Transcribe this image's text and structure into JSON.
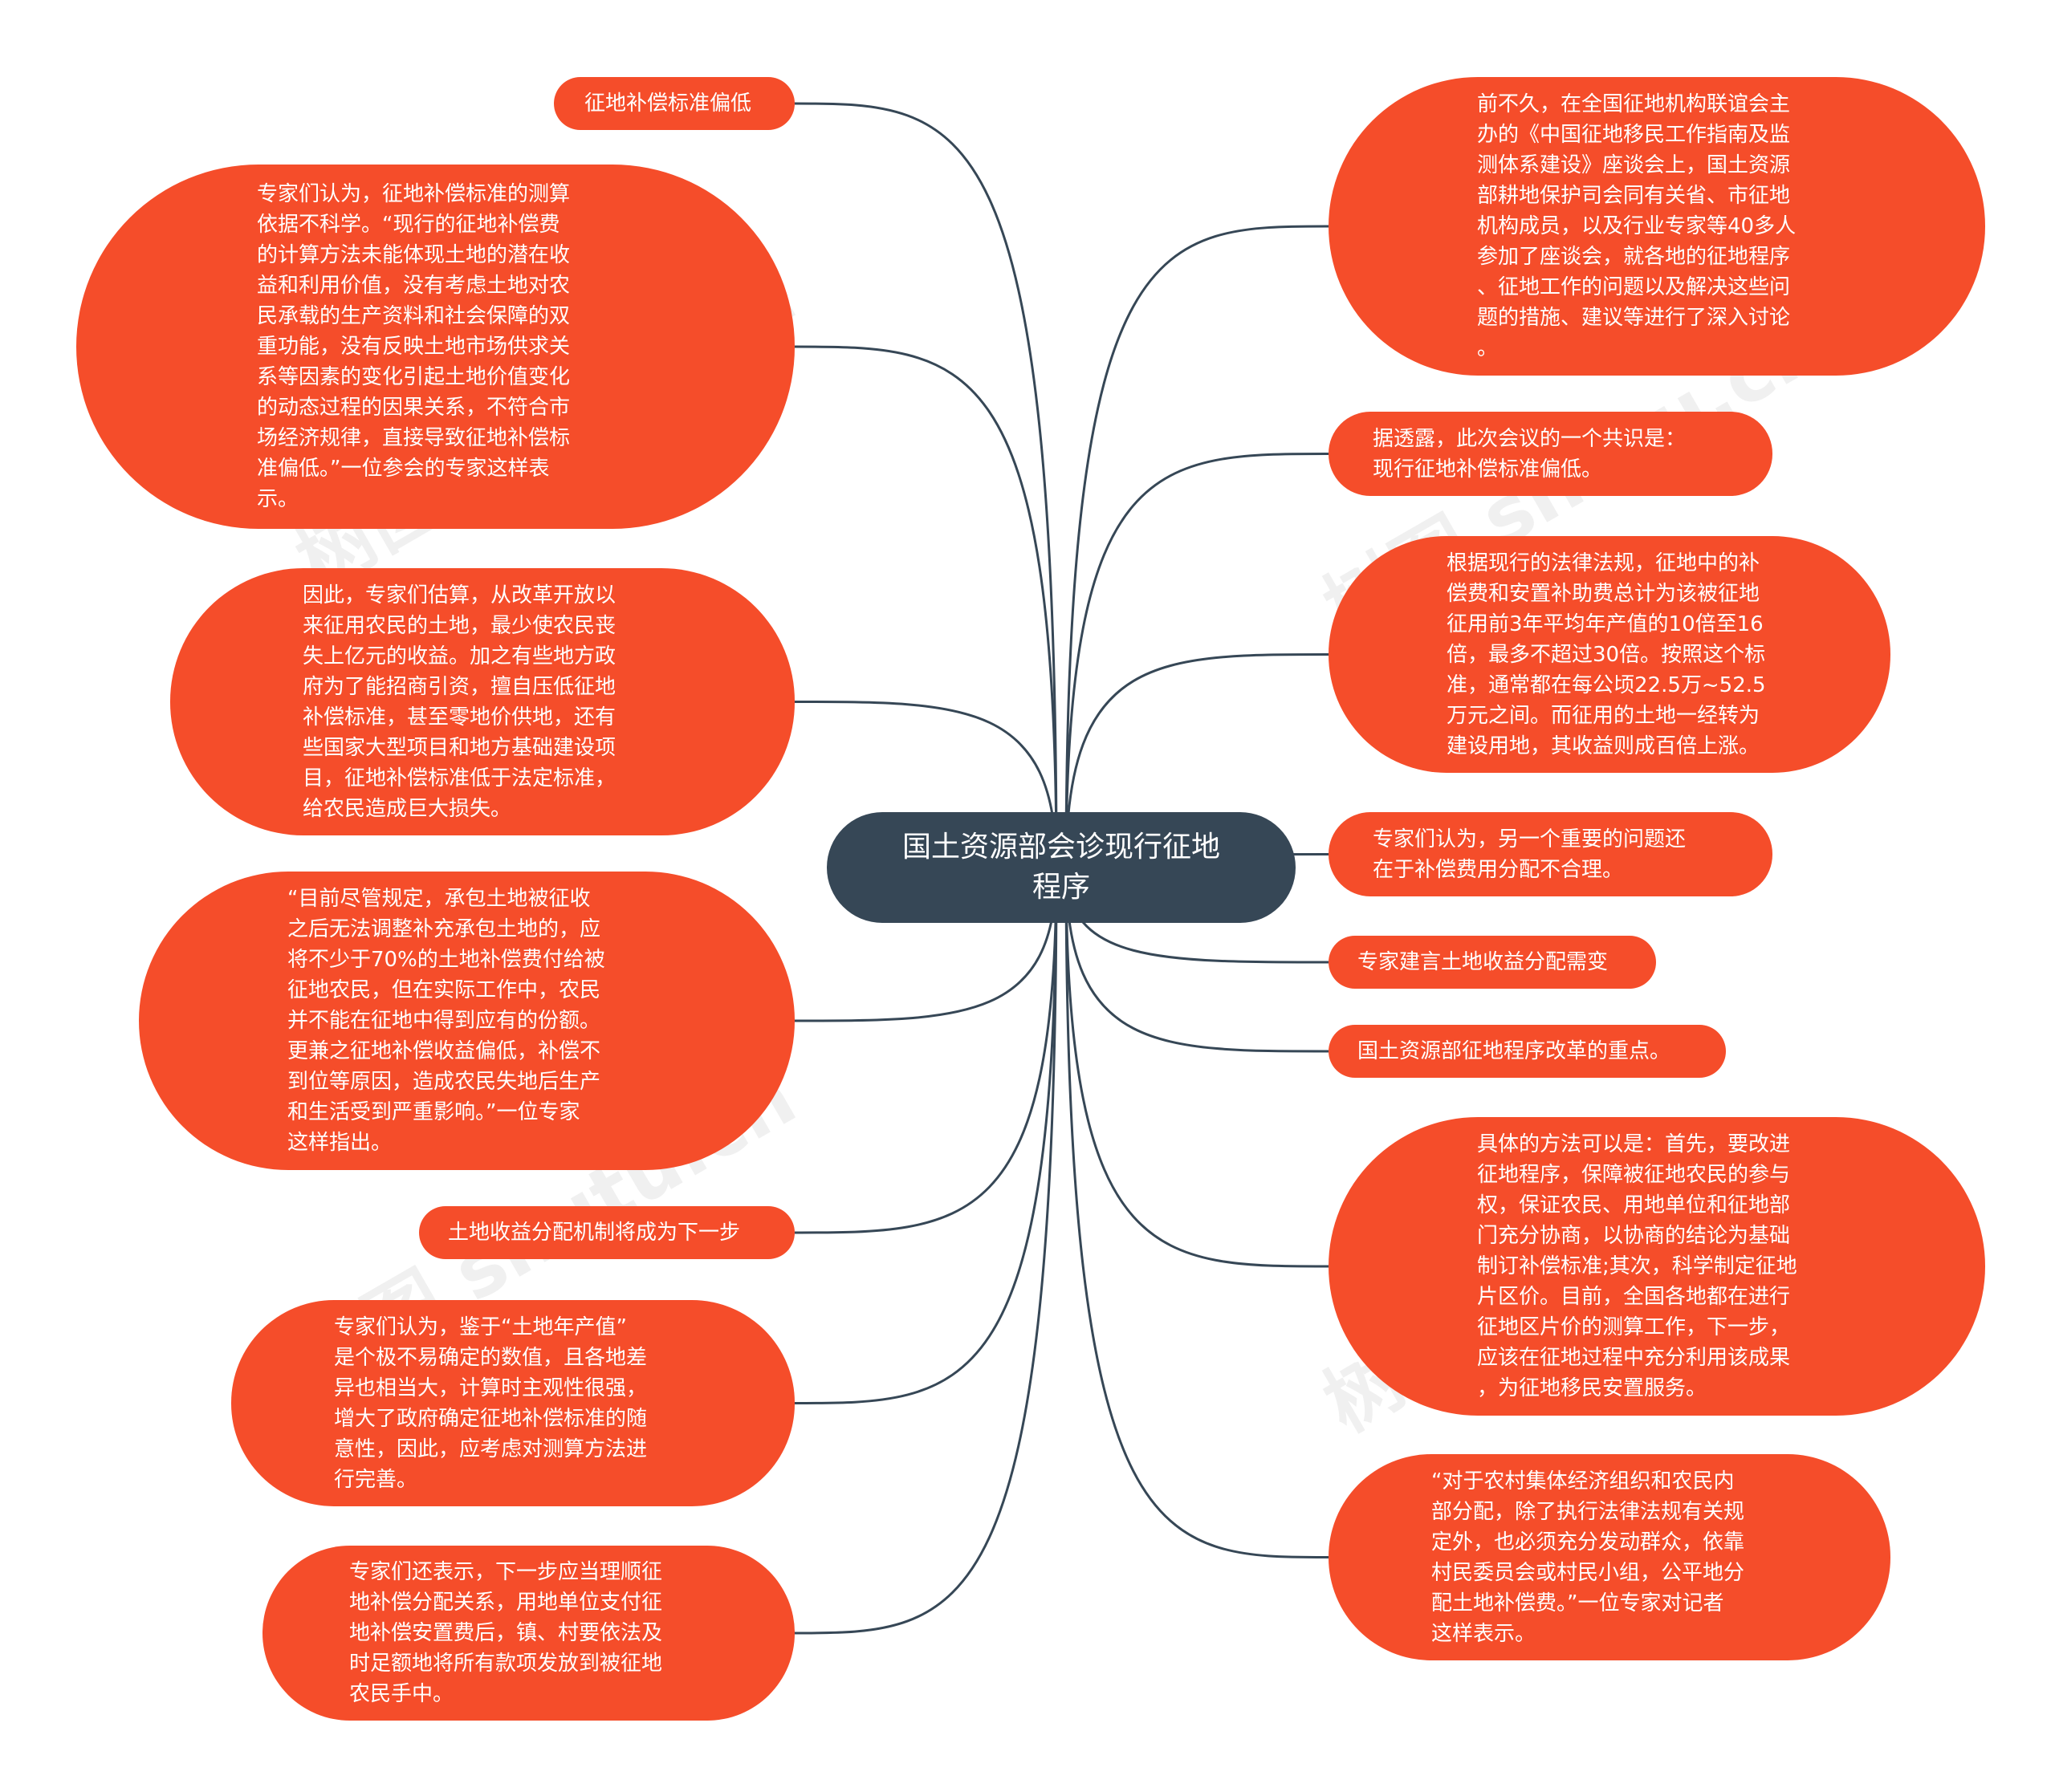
{
  "root": {
    "text": "国土资源部会诊现行征地\n程序"
  },
  "left": [
    {
      "text": "征地补偿标准偏低"
    },
    {
      "text": "专家们认为，征地补偿标准的测算\n依据不科学。“现行的征地补偿费\n的计算方法未能体现土地的潜在收\n益和利用价值，没有考虑土地对农\n民承载的生产资料和社会保障的双\n重功能，没有反映土地市场供求关\n系等因素的变化引起土地价值变化\n的动态过程的因果关系，不符合市\n场经济规律，直接导致征地补偿标\n准偏低。”一位参会的专家这样表\n示。"
    },
    {
      "text": "因此，专家们估算，从改革开放以\n来征用农民的土地，最少使农民丧\n失上亿元的收益。加之有些地方政\n府为了能招商引资，擅自压低征地\n补偿标准，甚至零地价供地，还有\n些国家大型项目和地方基础建设项\n目，征地补偿标准低于法定标准，\n给农民造成巨大损失。"
    },
    {
      "text": "“目前尽管规定，承包土地被征收\n之后无法调整补充承包土地的，应\n将不少于70%的土地补偿费付给被\n征地农民，但在实际工作中，农民\n并不能在征地中得到应有的份额。\n更兼之征地补偿收益偏低，补偿不\n到位等原因，造成农民失地后生产\n和生活受到严重影响。”一位专家\n这样指出。"
    },
    {
      "text": "土地收益分配机制将成为下一步"
    },
    {
      "text": "专家们认为，鉴于“土地年产值”\n是个极不易确定的数值，且各地差\n异也相当大，计算时主观性很强，\n增大了政府确定征地补偿标准的随\n意性，因此，应考虑对测算方法进\n行完善。"
    },
    {
      "text": "专家们还表示，下一步应当理顺征\n地补偿分配关系，用地单位支付征\n地补偿安置费后，镇、村要依法及\n时足额地将所有款项发放到被征地\n农民手中。"
    }
  ],
  "right": [
    {
      "text": "前不久，在全国征地机构联谊会主\n办的《中国征地移民工作指南及监\n测体系建设》座谈会上，国土资源\n部耕地保护司会同有关省、市征地\n机构成员，以及行业专家等40多人\n参加了座谈会，就各地的征地程序\n、征地工作的问题以及解决这些问\n题的措施、建议等进行了深入讨论\n。"
    },
    {
      "text": "据透露，此次会议的一个共识是：\n现行征地补偿标准偏低。"
    },
    {
      "text": "根据现行的法律法规，征地中的补\n偿费和安置补助费总计为该被征地\n征用前3年平均年产值的10倍至16\n倍，最多不超过30倍。按照这个标\n准，通常都在每公顷22.5万~52.5\n万元之间。而征用的土地一经转为\n建设用地，其收益则成百倍上涨。"
    },
    {
      "text": "专家们认为，另一个重要的问题还\n在于补偿费用分配不合理。"
    },
    {
      "text": "专家建言土地收益分配需变"
    },
    {
      "text": "国土资源部征地程序改革的重点。"
    },
    {
      "text": "具体的方法可以是：首先，要改进\n征地程序，保障被征地农民的参与\n权，保证农民、用地单位和征地部\n门充分协商，以协商的结论为基础\n制订补偿标准;其次，科学制定征地\n片区价。目前，全国各地都在进行\n征地区片价的测算工作，下一步，\n应该在征地过程中充分利用该成果\n，为征地移民安置服务。"
    },
    {
      "text": "“对于农村集体经济组织和农民内\n部分配，除了执行法律法规有关规\n定外，也必须充分发动群众，依靠\n村民委员会或村民小组，公平地分\n配土地补偿费。”一位专家对记者\n这样表示。"
    }
  ],
  "colors": {
    "node_fill": "#f54d2a",
    "root_fill": "#364756",
    "link": "#364756"
  }
}
